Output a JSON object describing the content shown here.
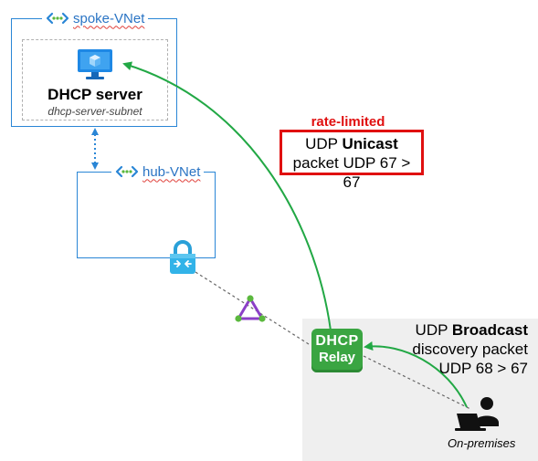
{
  "spoke_vnet": {
    "label": "spoke-VNet"
  },
  "dhcp_server": {
    "label": "DHCP server",
    "subnet": "dhcp-server-subnet"
  },
  "hub_vnet": {
    "label": "hub-VNet"
  },
  "rate_limited": {
    "label": "rate-limited",
    "line1_normal": "UDP ",
    "line1_bold": "Unicast",
    "line2": "packet UDP 67 > 67"
  },
  "relay": {
    "line1": "DHCP",
    "line2": "Relay"
  },
  "broadcast": {
    "line1_normal": "UDP ",
    "line1_bold": "Broadcast",
    "line2": "discovery packet",
    "line3": "UDP 68 > 67"
  },
  "onprem": {
    "label": "On-premises"
  },
  "colors": {
    "vnet_border": "#2a86d6",
    "flow_arrow": "#22a845",
    "alert": "#e01010",
    "relay_green": "#3aa542",
    "onprem_bg": "#efefef"
  },
  "icons": [
    "vnet-icon",
    "virtual-machine-icon",
    "vpn-gateway-lock-icon",
    "triangle-connection-icon",
    "dhcp-relay-icon",
    "user-laptop-icon"
  ]
}
